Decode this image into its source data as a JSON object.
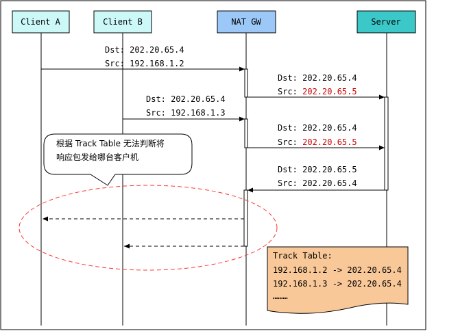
{
  "participants": [
    {
      "id": "client_a",
      "label": "Client A",
      "color": "#ccf8f8"
    },
    {
      "id": "client_b",
      "label": "Client B",
      "color": "#ccf8f8"
    },
    {
      "id": "nat_gw",
      "label": "NAT GW",
      "color": "#9cc8f8"
    },
    {
      "id": "server",
      "label": "Server",
      "color": "#3cc8c8"
    }
  ],
  "messages": [
    {
      "dst": "Dst: 202.20.65.4",
      "src": "Src: 192.168.1.2"
    },
    {
      "dst": "Dst: 202.20.65.4",
      "src_prefix": "Src: ",
      "src_value": "202.20.65.5"
    },
    {
      "dst": "Dst: 202.20.65.4",
      "src": "Src: 192.168.1.3"
    },
    {
      "dst": "Dst: 202.20.65.4",
      "src_prefix": "Src: ",
      "src_value": "202.20.65.5"
    },
    {
      "dst": "Dst: 202.20.65.5",
      "src": "Src: 202.20.65.4"
    }
  ],
  "callout": {
    "line1": "根据 Track Table 无法判断将",
    "line2": "响应包发给哪台客户机"
  },
  "track_table": {
    "title": "Track Table:",
    "row1": "192.168.1.2 -> 202.20.65.4",
    "row2": "192.168.1.3 -> 202.20.65.4",
    "ellipsis": "………"
  },
  "colors": {
    "highlight": "#cc0000",
    "ellipse": "#ff3333",
    "note": "#f8c898"
  }
}
